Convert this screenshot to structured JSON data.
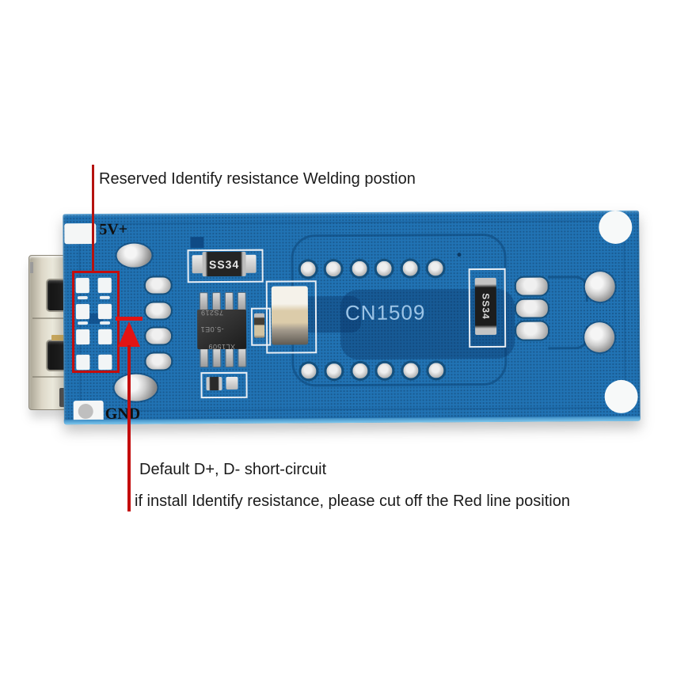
{
  "annotations": {
    "top_label": "Reserved Identify resistance Welding postion",
    "default_label": "Default D+, D- short-circuit",
    "cutoff_label": "if install Identify resistance, please cut off the Red line position",
    "text_color": "#1b1b1b",
    "line_color": "#b5120f",
    "arrow_color": "#e11414"
  },
  "board": {
    "vin_label": "5V+",
    "gnd_label": "GND",
    "copper_label": "CN1509",
    "diode_top_label": "SS34",
    "diode_right_label": "SS34",
    "ic_line1": "XL1509",
    "ic_line2": "-5.0E1",
    "ic_line3": "7S219",
    "colors": {
      "pcb": "#2173b4",
      "pcb_edge": "#5fb5e4",
      "trace": "#0f4d82",
      "copper_text": "#9cc4e6"
    }
  }
}
